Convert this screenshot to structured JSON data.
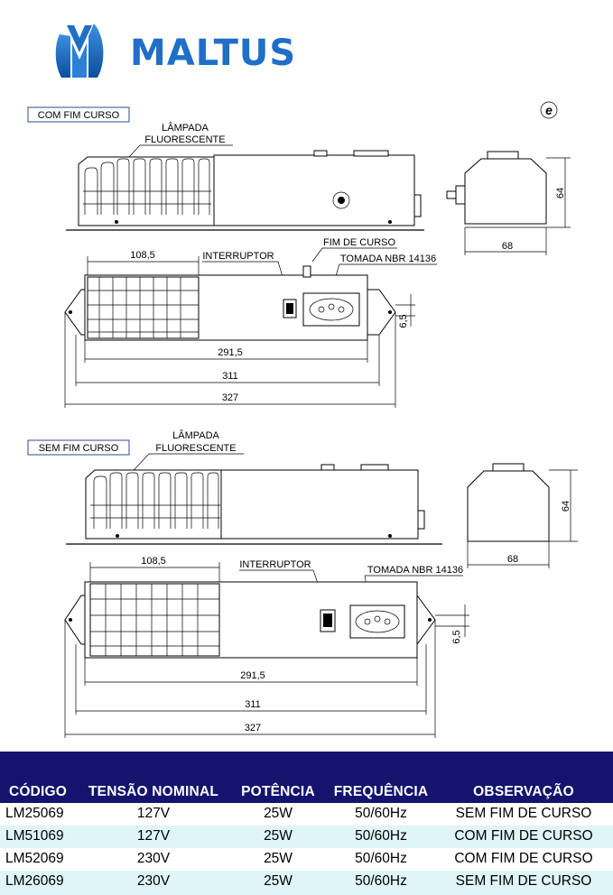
{
  "brand": {
    "name": "MALTUS",
    "color": "#1f6fc7"
  },
  "badge": "e",
  "drawings": {
    "com": {
      "tag": "COM FIM CURSO",
      "lamp_line1": "LÂMPADA",
      "lamp_line2": "FLUORESCENTE",
      "switch": "INTERRUPTOR",
      "limit_switch": "FIM DE CURSO",
      "socket": "TOMADA NBR 14136",
      "dim_grille": "108,5",
      "dim_body": "291,5",
      "dim_mid": "311",
      "dim_total": "327",
      "dim_hole": "6,5",
      "dim_height": "64",
      "dim_width": "68"
    },
    "sem": {
      "tag": "SEM FIM CURSO",
      "lamp_line1": "LÂMPADA",
      "lamp_line2": "FLUORESCENTE",
      "switch": "INTERRUPTOR",
      "socket": "TOMADA NBR 14136",
      "dim_grille": "108,5",
      "dim_body": "291,5",
      "dim_mid": "311",
      "dim_total": "327",
      "dim_hole": "6,5",
      "dim_height": "64",
      "dim_width": "68"
    }
  },
  "table": {
    "header_color": "#14146e",
    "stripe_color": "#dff5f7",
    "headers": [
      "CÓDIGO",
      "TENSÃO NOMINAL",
      "POTÊNCIA",
      "FREQUÊNCIA",
      "OBSERVAÇÃO"
    ],
    "rows": [
      [
        "LM25069",
        "127V",
        "25W",
        "50/60Hz",
        "SEM FIM DE CURSO"
      ],
      [
        "LM51069",
        "127V",
        "25W",
        "50/60Hz",
        "COM FIM DE CURSO"
      ],
      [
        "LM52069",
        "230V",
        "25W",
        "50/60Hz",
        "COM FIM DE CURSO"
      ],
      [
        "LM26069",
        "230V",
        "25W",
        "50/60Hz",
        "SEM FIM DE CURSO"
      ]
    ]
  }
}
